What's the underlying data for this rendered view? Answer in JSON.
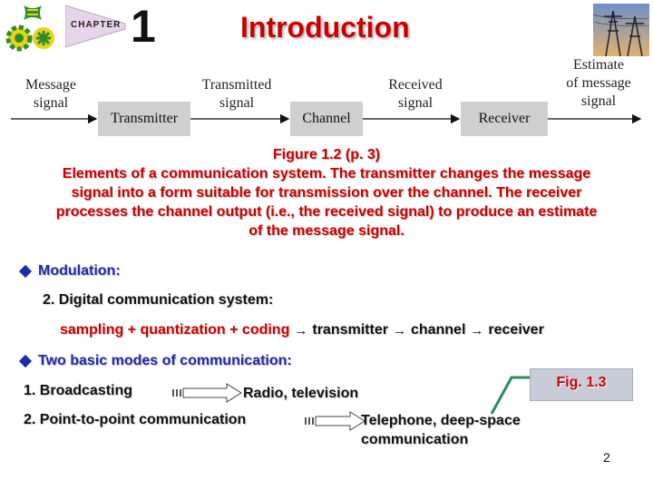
{
  "header": {
    "chapter_word": "CHAPTER",
    "chapter_number": "1",
    "title": "Introduction"
  },
  "diagram": {
    "labels": {
      "message_signal": [
        "Message",
        "signal"
      ],
      "transmitted_signal": [
        "Transmitted",
        "signal"
      ],
      "received_signal": [
        "Received",
        "signal"
      ],
      "estimate_signal": [
        "Estimate",
        "of message",
        "signal"
      ]
    },
    "boxes": {
      "transmitter": "Transmitter",
      "channel": "Channel",
      "receiver": "Receiver"
    }
  },
  "caption": {
    "line1": "Figure 1.2  (p. 3)",
    "line2": "Elements of a communication system.  The transmitter changes the message",
    "line3": "signal into a form suitable for transmission over the channel.  The receiver",
    "line4": "processes the channel output (i.e., the received signal) to produce an estimate",
    "line5": "of the message signal."
  },
  "modulation": {
    "heading": "Modulation:",
    "item": "2. Digital communication system:",
    "chain": {
      "part1": "sampling + quantization + coding",
      "arrow": "→",
      "part2": "transmitter",
      "part3": "channel",
      "part4": "receiver"
    }
  },
  "modes": {
    "heading": "Two basic modes of communication:",
    "item1": {
      "label": "1.  Broadcasting",
      "example": "Radio, television"
    },
    "item2": {
      "label": "2.  Point-to-point communication",
      "example_line1": "Telephone, deep-space",
      "example_line2": "communication"
    },
    "fig_ref": "Fig. 1.3"
  },
  "page_number": "2",
  "colors": {
    "title_red": "#cc0000",
    "bullet_blue": "#1f2aa8",
    "box_gray": "#cfcfcf",
    "logo_green": "#2e8b2e",
    "logo_yellow": "#e8d21a",
    "fig_line_green": "#2e8b57"
  }
}
